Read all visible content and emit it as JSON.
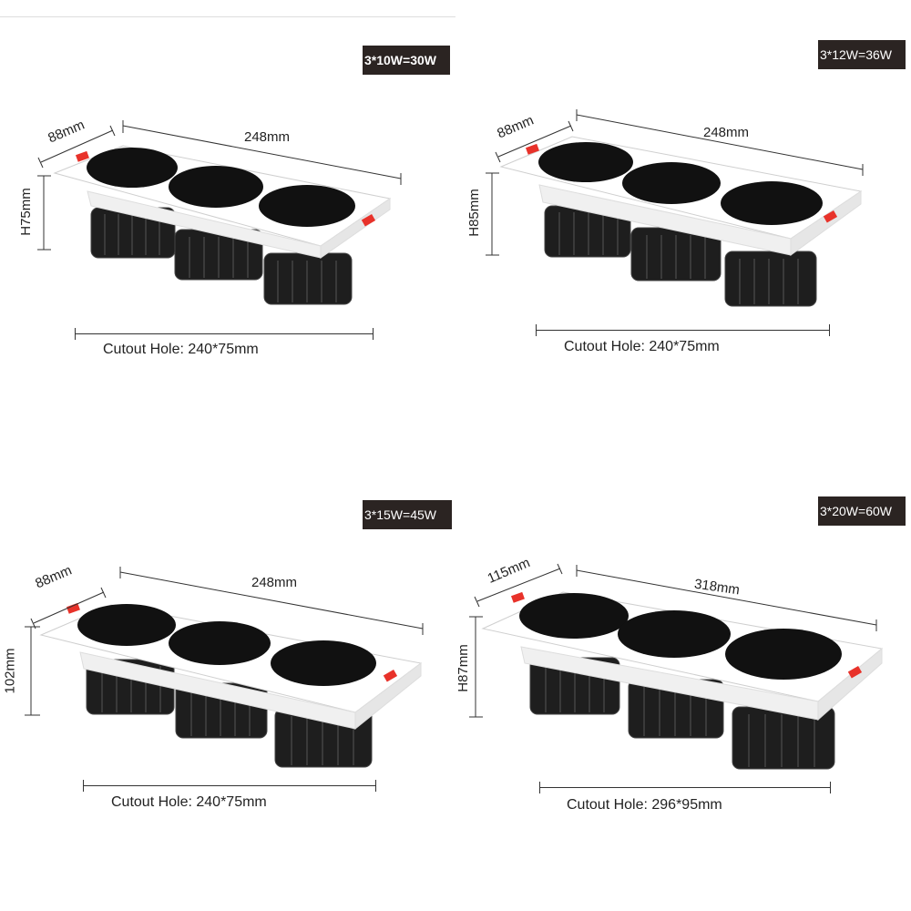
{
  "panels": [
    {
      "power": "3*10W=30W",
      "depth": "88mm",
      "length": "248mm",
      "height": "H75mm",
      "cutout": "Cutout Hole: 240*75mm"
    },
    {
      "power": "3*12W=36W",
      "depth": "88mm",
      "length": "248mm",
      "height": "H85mm",
      "cutout": "Cutout Hole: 240*75mm"
    },
    {
      "power": "3*15W=45W",
      "depth": "88mm",
      "length": "248mm",
      "height": "102mm",
      "cutout": "Cutout Hole: 240*75mm"
    },
    {
      "power": "3*20W=60W",
      "depth": "115mm",
      "length": "318mm",
      "height": "H87mm",
      "cutout": "Cutout Hole: 296*95mm"
    }
  ],
  "colors": {
    "badge_bg": "#2b2422",
    "housing": "#ffffff",
    "reflector": "#111111",
    "heatsink": "#1e1e1e",
    "clip": "#e8322a"
  }
}
